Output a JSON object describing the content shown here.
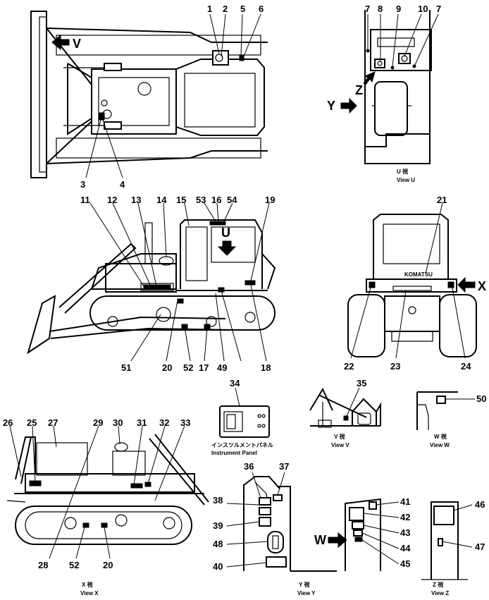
{
  "callouts": {
    "n1": "1",
    "n2": "2",
    "n3": "3",
    "n4": "4",
    "n5": "5",
    "n6": "6",
    "n7a": "7",
    "n7b": "7",
    "n8": "8",
    "n9": "9",
    "n10": "10",
    "n11": "11",
    "n12": "12",
    "n13": "13",
    "n14": "14",
    "n15": "15",
    "n16": "16",
    "n17": "17",
    "n18": "18",
    "n19": "19",
    "n20a": "20",
    "n20b": "20",
    "n21": "21",
    "n22": "22",
    "n23": "23",
    "n24": "24",
    "n25": "25",
    "n26": "26",
    "n27": "27",
    "n28": "28",
    "n29": "29",
    "n30": "30",
    "n31": "31",
    "n32": "32",
    "n33": "33",
    "n34": "34",
    "n35": "35",
    "n36": "36",
    "n37": "37",
    "n38": "38",
    "n39": "39",
    "n40": "40",
    "n41": "41",
    "n42": "42",
    "n43": "43",
    "n44": "44",
    "n45": "45",
    "n46": "46",
    "n47": "47",
    "n48": "48",
    "n49": "49",
    "n50": "50",
    "n51": "51",
    "n52a": "52",
    "n52b": "52",
    "n53": "53",
    "n54": "54"
  },
  "view_letters": {
    "v": "V",
    "u": "U",
    "x": "X",
    "y": "Y",
    "z": "Z",
    "w": "W"
  },
  "captions": {
    "view_u_jp": "U 視",
    "view_u_en": "View U",
    "view_v_jp": "V 視",
    "view_v_en": "View V",
    "view_w_jp": "W 視",
    "view_w_en": "View W",
    "view_x_jp": "X 視",
    "view_x_en": "View X",
    "view_y_jp": "Y 視",
    "view_y_en": "View Y",
    "view_z_jp": "Z 視",
    "view_z_en": "View Z",
    "panel_jp": "インスツルメントパネル",
    "panel_en": "Instrument Panel"
  },
  "brand_label": "KOMATSU"
}
